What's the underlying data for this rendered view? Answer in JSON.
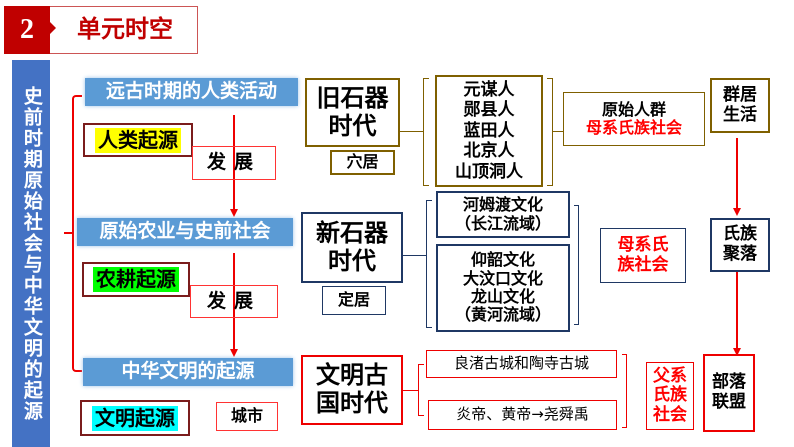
{
  "header": {
    "number": "2",
    "title": "单元时空"
  },
  "sidebar": {
    "title": "史前时期原始社会与中华文明的起源"
  },
  "stages": [
    {
      "label": "远古时期的人类活动",
      "origin": "人类起源",
      "develop": "发展",
      "era": "旧石器时代",
      "era_l1": "旧石器",
      "era_l2": "时代",
      "dwelling": "穴居",
      "sites": [
        "元谋人",
        "郧县人",
        "蓝田人",
        "北京人",
        "山顶洞人"
      ],
      "society_l1": "原始人群",
      "society_l2": "母系氏族社会",
      "life_l1": "群居",
      "life_l2": "生活"
    },
    {
      "label": "原始农业与史前社会",
      "origin": "农耕起源",
      "develop": "发展",
      "era_l1": "新石器",
      "era_l2": "时代",
      "dwelling": "定居",
      "culture1": [
        "河姆渡文化",
        "（长江流域）"
      ],
      "culture2": [
        "仰韶文化",
        "大汶口文化",
        "龙山文化",
        "（黄河流域）"
      ],
      "society_l1": "母系氏",
      "society_l2": "族社会",
      "life_l1": "氏族",
      "life_l2": "聚落"
    },
    {
      "label": "中华文明的起源",
      "origin": "文明起源",
      "city": "城市",
      "era_l1": "文明古",
      "era_l2": "国时代",
      "site1": "良渚古城和陶寺古城",
      "site2": "炎帝、黄帝→尧舜禹",
      "society": [
        "父系",
        "氏族",
        "社会"
      ],
      "life_l1": "部落",
      "life_l2": "联盟"
    }
  ]
}
